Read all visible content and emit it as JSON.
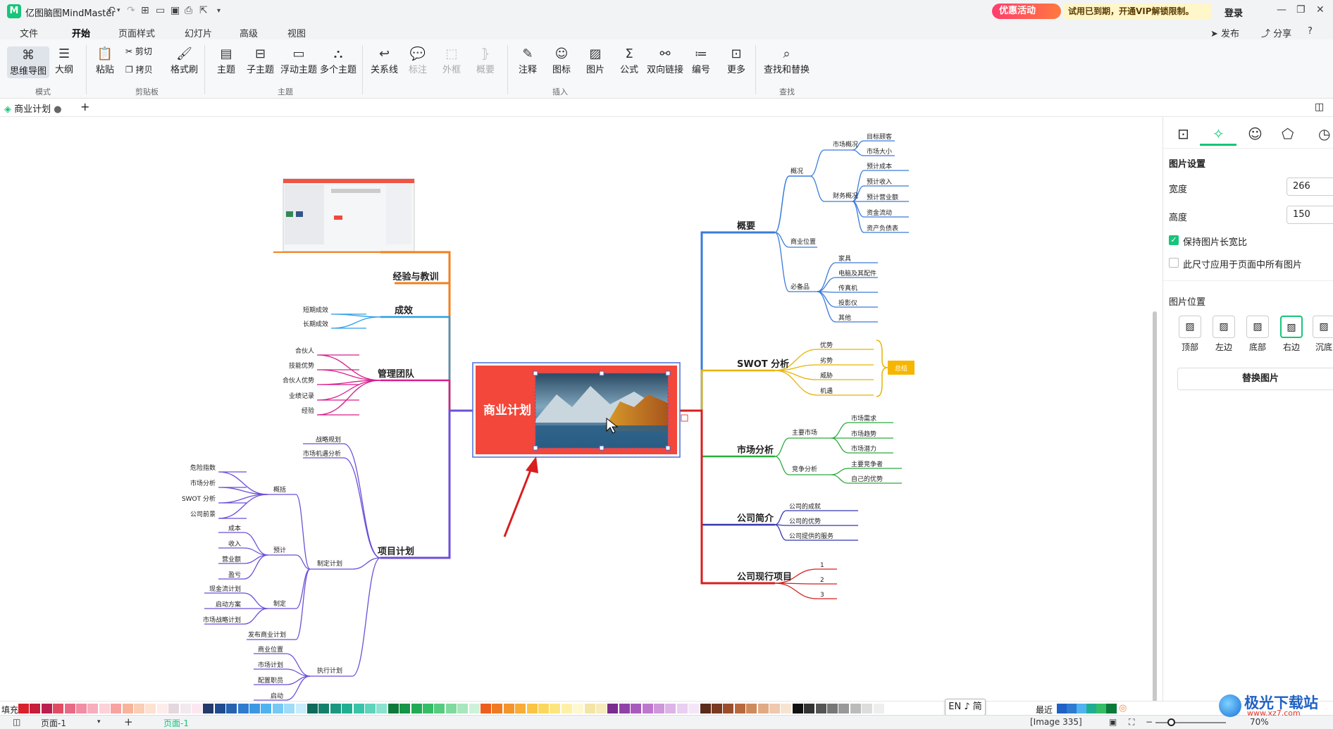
{
  "app": {
    "title": "亿图脑图MindMaster",
    "promo": "优惠活动",
    "trial": "试用已到期，开通VIP解锁限制。",
    "login": "登录"
  },
  "menu": {
    "items": [
      "文件",
      "开始",
      "页面样式",
      "幻灯片",
      "高级",
      "视图"
    ],
    "right": {
      "publish": "发布",
      "share": "分享",
      "help": "?"
    }
  },
  "ribbon": {
    "mode": [
      "思维导图",
      "大纲"
    ],
    "clip": {
      "paste": "粘贴",
      "cut": "剪切",
      "copy": "拷贝",
      "format": "格式刷"
    },
    "topic": [
      "主题",
      "子主题",
      "浮动主题",
      "多个主题"
    ],
    "rel": [
      "关系线",
      "标注",
      "外框",
      "概要"
    ],
    "insert": [
      "注释",
      "图标",
      "图片",
      "公式",
      "双向链接",
      "编号",
      "更多"
    ],
    "find": "查找和替换",
    "groups": [
      "模式",
      "剪贴板",
      "主题",
      "插入",
      "查找"
    ]
  },
  "tab": {
    "name": "商业计划",
    "add": "+"
  },
  "mindmap": {
    "center": "商业计划",
    "right": [
      {
        "label": "概要",
        "color": "#3a7bdb",
        "children": [
          {
            "label": "概况",
            "children": [
              {
                "label": "市场概况",
                "children": [
                  "目标顾客",
                  "市场大小"
                ]
              },
              {
                "label": "财务概况",
                "children": [
                  "预计成本",
                  "预计收入",
                  "预计营业额",
                  "资金流动",
                  "资产负债表"
                ]
              }
            ]
          },
          {
            "label": "商业位置",
            "children": []
          },
          {
            "label": "必备品",
            "children": [
              {
                "label": "家具"
              },
              {
                "label": "电脑及其配件"
              },
              {
                "label": "传真机"
              },
              {
                "label": "投影仪"
              },
              {
                "label": "其他"
              }
            ]
          }
        ]
      },
      {
        "label": "SWOT 分析",
        "color": "#e6b400",
        "children": [
          "优势",
          "劣势",
          "威胁",
          "机遇"
        ],
        "summary": "总结"
      },
      {
        "label": "市场分析",
        "color": "#2bab3e",
        "children": [
          {
            "label": "主要市场",
            "children": [
              "市场需求",
              "市场趋势",
              "市场潜力"
            ]
          },
          {
            "label": "竞争分析",
            "children": [
              "主要竞争者",
              "自己的优势"
            ]
          }
        ]
      },
      {
        "label": "公司简介",
        "color": "#3536b0",
        "children": [
          "公司的成就",
          "公司的优势",
          "公司提供的服务"
        ]
      },
      {
        "label": "公司现行项目",
        "color": "#d81e1e",
        "children": [
          "1",
          "2",
          "3"
        ]
      }
    ],
    "left": [
      {
        "label": "经验与教训",
        "color": "#f08020"
      },
      {
        "label": "成效",
        "color": "#2d9de8",
        "children": [
          "短期成效",
          "长期成效"
        ]
      },
      {
        "label": "管理团队",
        "color": "#d81e8c",
        "children": [
          "合伙人",
          "技能优势",
          "合伙人优势",
          "业绩记录",
          "经验"
        ]
      },
      {
        "label": "项目计划",
        "color": "#6c4fd8",
        "children": [
          {
            "label": "战略规划"
          },
          {
            "label": "市场机遇分析"
          },
          {
            "label": "制定计划",
            "children": [
              {
                "label": "概括",
                "children": [
                  "危险指数",
                  "市场分析",
                  "SWOT 分析",
                  "公司前景"
                ]
              },
              {
                "label": "预计",
                "children": [
                  "成本",
                  "收入",
                  "营业额",
                  "盈亏"
                ]
              },
              {
                "label": "制定",
                "children": [
                  "现金流计划",
                  "启动方案",
                  "市场战略计划"
                ]
              },
              {
                "label": "发布商业计划"
              }
            ]
          },
          {
            "label": "执行计划",
            "children": [
              "商业位置",
              "市场计划",
              "配置职员",
              "启动"
            ]
          }
        ]
      }
    ]
  },
  "panel": {
    "title": "图片设置",
    "width_label": "宽度",
    "width": "266",
    "height_label": "高度",
    "height": "150",
    "keep_ratio": "保持图片长宽比",
    "apply_all": "此尺寸应用于页面中所有图片",
    "position_title": "图片位置",
    "positions": [
      "顶部",
      "左边",
      "底部",
      "右边",
      "沉底"
    ],
    "selected_position": "右边",
    "replace": "替换图片"
  },
  "palette": {
    "fill": "填充",
    "recent": "最近",
    "lang": "EN ♪ 简"
  },
  "status": {
    "page_select": "页面-1",
    "page_tab": "页面-1",
    "image_info": "[Image 335]",
    "zoom": "70%"
  },
  "watermark": {
    "text": "极光下载站",
    "url": "www.xz7.com"
  },
  "colors": {
    "accent": "#17c57a",
    "center_fill": "#f2473a",
    "selection": "#4a6fd6"
  }
}
